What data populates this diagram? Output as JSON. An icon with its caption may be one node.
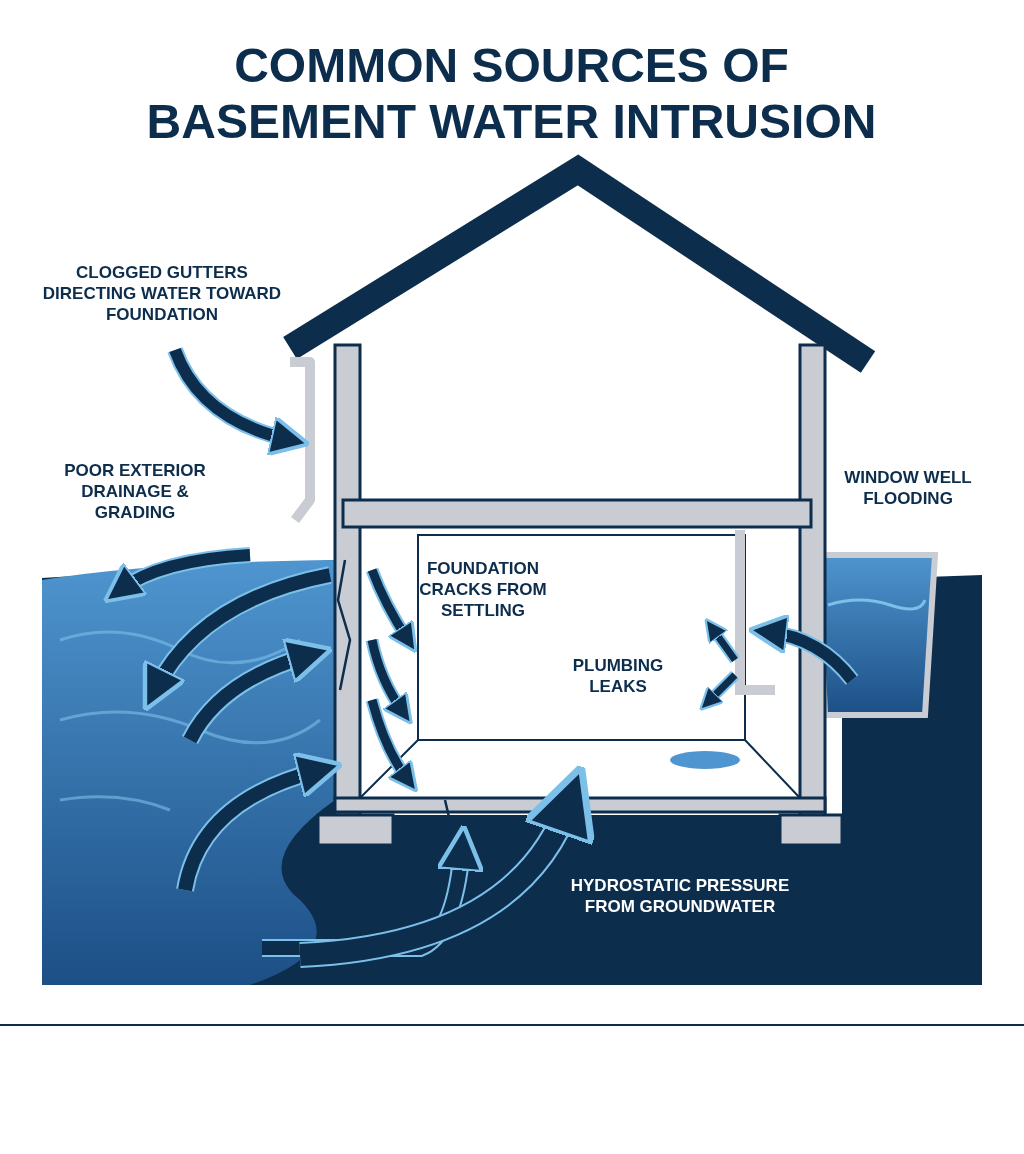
{
  "diagram": {
    "title": "COMMON SOURCES OF BASEMENT WATER INTRUSION",
    "labels": [
      "CLOGGED GUTTERS DIRECTING WATER TOWARD FOUNDATION",
      "POOR EXTERIOR DRAINAGE & GRADING",
      "FOUNDATION CRACKS FROM SETTLING",
      "PLUMBING LEAKS",
      "WINDOW WELL FLOODING",
      "HYDROSTATIC PRESSURE FROM GROUNDWATER"
    ]
  }
}
